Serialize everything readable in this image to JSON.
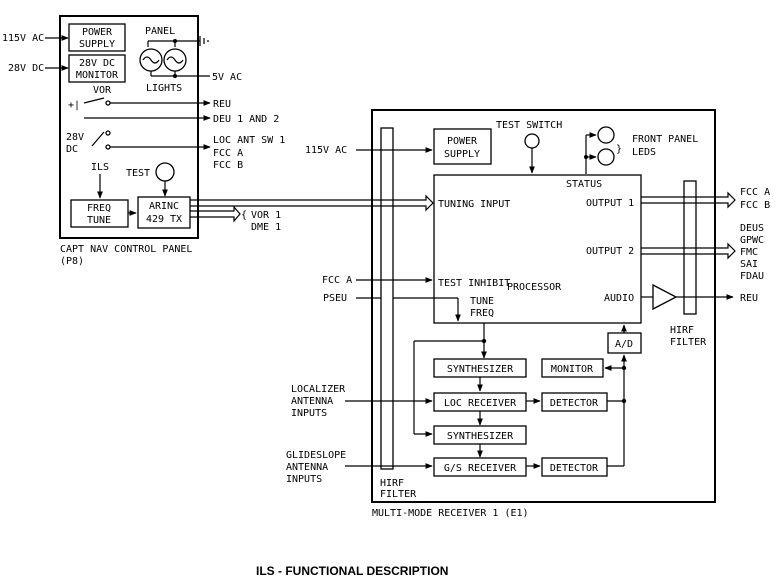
{
  "caption": "ILS - FUNCTIONAL DESCRIPTION",
  "control_panel": {
    "name": "CAPT NAV CONTROL PANEL",
    "ref": "(P8)",
    "power_supply": [
      "POWER",
      "SUPPLY"
    ],
    "dc_monitor": [
      "28V DC",
      "MONITOR"
    ],
    "panel_label": "PANEL",
    "lights_label": "LIGHTS",
    "in_115vac": "115V AC",
    "in_28vdc": "28V DC",
    "out_5vac": "5V AC",
    "vor_label": "VOR",
    "dc28": [
      "28V",
      "DC"
    ],
    "ils_label": "ILS",
    "test_label": "TEST",
    "freq_tune": [
      "FREQ",
      "TUNE"
    ],
    "arinc": [
      "ARINC",
      "429 TX"
    ],
    "out_reu": "REU",
    "out_deu": "DEU 1 AND 2",
    "out_loc": [
      "LOC ANT SW 1",
      "FCC A",
      "FCC B"
    ],
    "out_vor_dme": [
      "VOR 1",
      "DME 1"
    ]
  },
  "receiver": {
    "name": "MULTI-MODE RECEIVER 1 (E1)",
    "in_115vac": "115V AC",
    "power_supply": [
      "POWER",
      "SUPPLY"
    ],
    "test_switch": "TEST SWITCH",
    "front_panel_leds": [
      "FRONT PANEL",
      "LEDS"
    ],
    "status": "STATUS",
    "tuning_input": "TUNING INPUT",
    "output1": "OUTPUT 1",
    "output2": "OUTPUT 2",
    "processor": "PROCESSOR",
    "test_inhibit": "TEST INHIBIT",
    "audio": "AUDIO",
    "tune_freq": [
      "TUNE",
      "FREQ"
    ],
    "ad": "A/D",
    "synth1": "SYNTHESIZER",
    "monitor": "MONITOR",
    "loc_receiver": "LOC RECEIVER",
    "detector1": "DETECTOR",
    "synth2": "SYNTHESIZER",
    "gs_receiver": "G/S RECEIVER",
    "detector2": "DETECTOR",
    "in_fcc_a": "FCC A",
    "in_pseu": "PSEU",
    "in_localizer": [
      "LOCALIZER",
      "ANTENNA",
      "INPUTS"
    ],
    "in_glideslope": [
      "GLIDESLOPE",
      "ANTENNA",
      "INPUTS"
    ],
    "hirf_left": [
      "HIRF",
      "FILTER"
    ],
    "hirf_right": [
      "HIRF",
      "FILTER"
    ],
    "out1_dest": [
      "FCC A",
      "FCC B"
    ],
    "out2_dest": [
      "DEUS",
      "GPWC",
      "FMC",
      "SAI",
      "FDAU"
    ],
    "audio_dest": "REU"
  }
}
